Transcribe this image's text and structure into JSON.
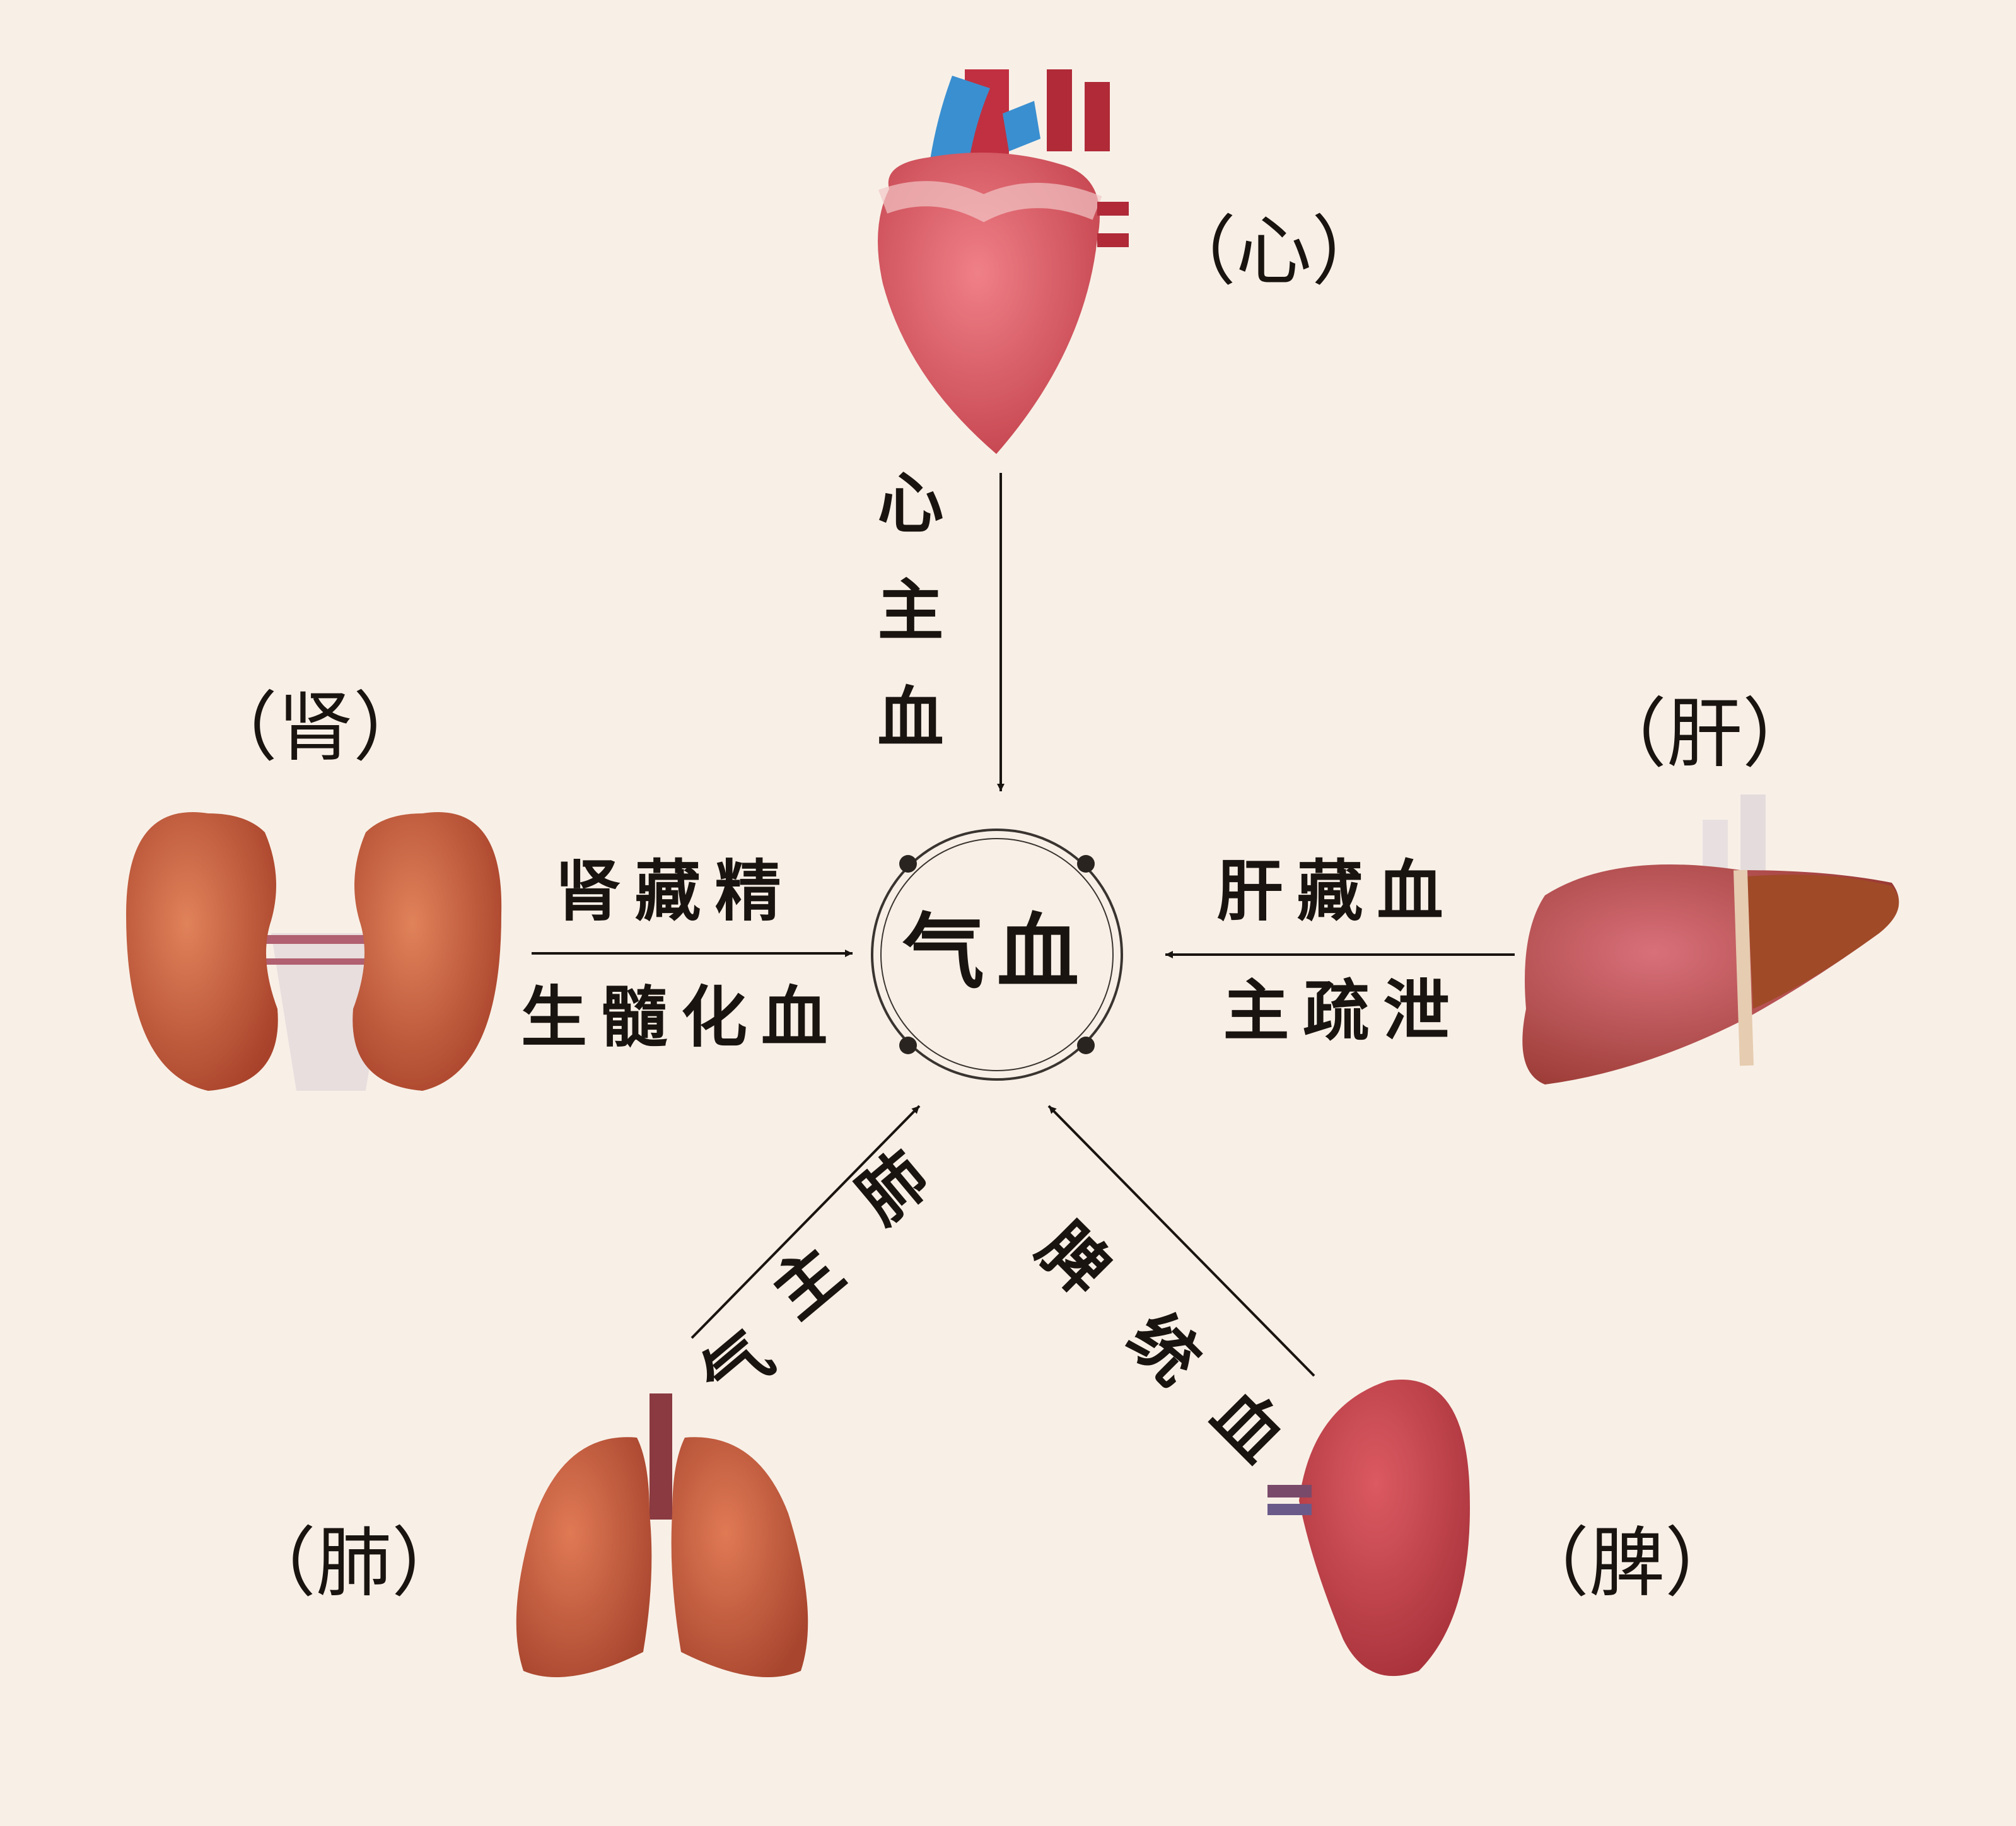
{
  "center": {
    "label": "气血"
  },
  "organs": {
    "heart": {
      "name": "（心）",
      "relation": "心主血"
    },
    "kidney": {
      "name": "（肾）",
      "relation_line1": "肾藏精",
      "relation_line2": "生髓化血"
    },
    "liver": {
      "name": "（肝）",
      "relation_line1": "肝藏血",
      "relation_line2": "主疏泄"
    },
    "lung": {
      "name": "（肺）",
      "relation": "肺主气"
    },
    "spleen": {
      "name": "（脾）",
      "relation": "脾统血"
    }
  },
  "colors": {
    "background": "#f8f0e7",
    "text": "#1a1410",
    "heart": "#e2646e",
    "kidney": "#c45a3a",
    "liver": "#b8503e",
    "lung": "#c0583e",
    "spleen": "#c0444c",
    "vein": "#3a8fd0"
  }
}
